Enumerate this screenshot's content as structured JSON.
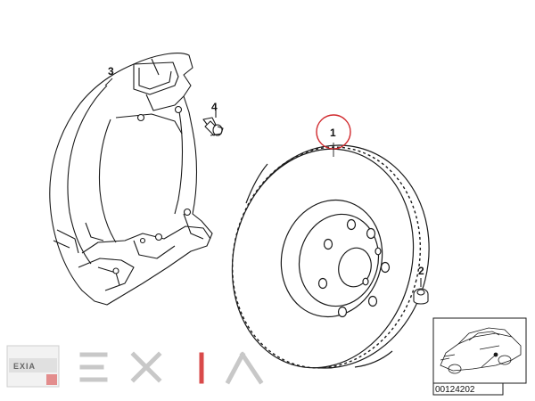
{
  "callouts": {
    "part1": "1",
    "part2": "2",
    "part3": "3",
    "part4": "4"
  },
  "inset": {
    "reference_number": "00124202"
  },
  "watermark": {
    "logo_small_text": "EXIA",
    "logo_icon": "exia-logo-icon",
    "wordmark_icon": "exia-wordmark-icon"
  },
  "colors": {
    "line": "#1a1a1a",
    "highlight_circle": "#d0282c",
    "watermark_grey": "#c8c8c8",
    "watermark_red": "#d94a4a"
  }
}
